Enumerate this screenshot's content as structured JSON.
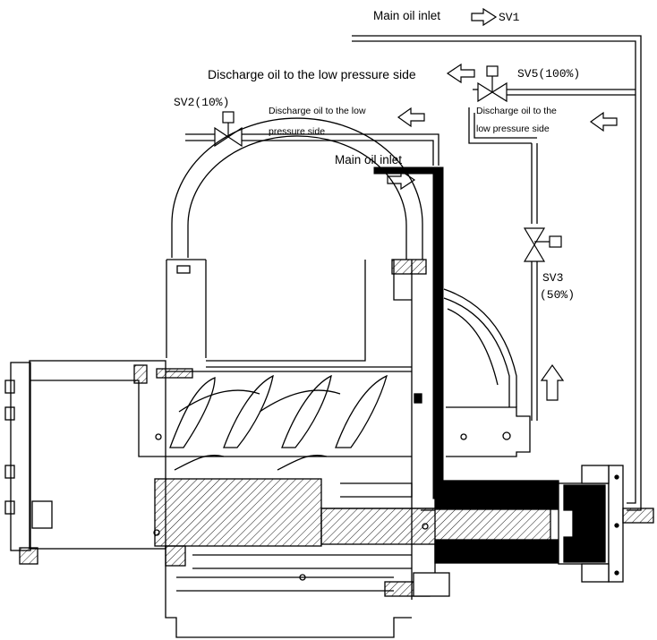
{
  "labels": {
    "main_oil_inlet_top": "Main oil inlet",
    "sv1": "SV1",
    "discharge_main": "Discharge oil to the low pressure side",
    "sv5": "SV5(100%)",
    "sv2": "SV2(10%)",
    "discharge_left_line1": "Discharge oil to the low",
    "discharge_left_line2": "pressure side",
    "discharge_right_line1": "Discharge oil to the",
    "discharge_right_line2": "low pressure side",
    "main_oil_inlet_mid": "Main oil inlet",
    "sv3": "SV3",
    "sv3_pct": "(50%)"
  },
  "colors": {
    "line": "#000000",
    "background": "#ffffff",
    "piston_fill": "#000000"
  },
  "icons": {
    "arrow": "hollow-block-arrow",
    "valve": "bowtie-solenoid-valve"
  }
}
